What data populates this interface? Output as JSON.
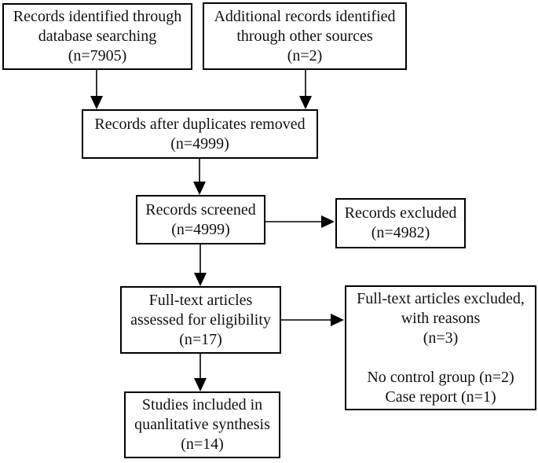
{
  "diagram": {
    "type": "flowchart",
    "boxes": {
      "identified": {
        "lines": [
          "Records identified through",
          "database searching",
          "(n=7905)"
        ],
        "n": 7905
      },
      "additional": {
        "lines": [
          "Additional records identified",
          "through other sources",
          "(n=2)"
        ],
        "n": 2
      },
      "deduplicated": {
        "lines": [
          "Records after duplicates removed",
          "(n=4999)"
        ],
        "n": 4999
      },
      "screened": {
        "lines": [
          "Records screened",
          "(n=4999)"
        ],
        "n": 4999
      },
      "excluded": {
        "lines": [
          "Records excluded",
          "(n=4982)"
        ],
        "n": 4982
      },
      "fulltext": {
        "lines": [
          "Full-text articles",
          "assessed for eligibility",
          "(n=17)"
        ],
        "n": 17
      },
      "fulltext_excluded": {
        "lines": [
          "Full-text articles excluded,",
          "with reasons",
          "(n=3)",
          "",
          "No control group (n=2)",
          "Case report (n=1)"
        ],
        "n": 3
      },
      "included": {
        "lines": [
          "Studies included in",
          "quanlitative synthesis",
          "(n=14)"
        ],
        "n": 14
      }
    },
    "colors": {
      "border": "#000000",
      "text": "#111111",
      "background": "#ffffff",
      "arrow": "#000000"
    }
  }
}
